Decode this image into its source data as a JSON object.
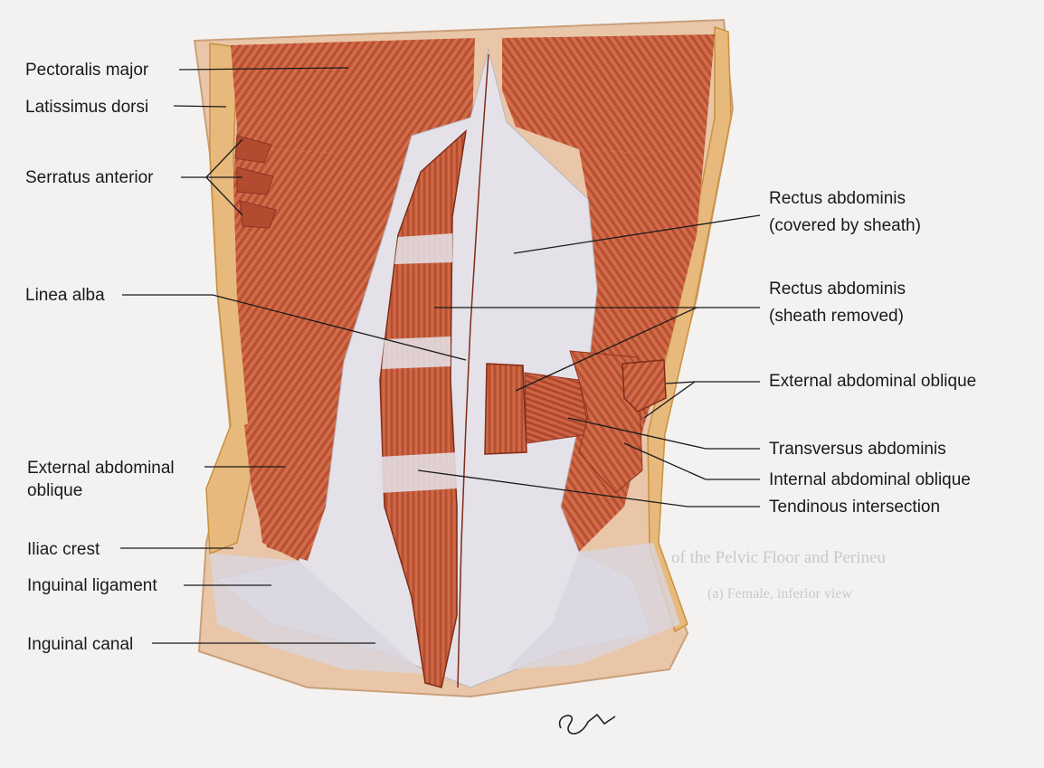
{
  "labels": {
    "pectoralis_major": "Pectoralis major",
    "latissimus_dorsi": "Latissimus dorsi",
    "serratus_anterior": "Serratus anterior",
    "linea_alba": "Linea alba",
    "external_oblique_left_1": "External abdominal",
    "external_oblique_left_2": "oblique",
    "iliac_crest": "Iliac crest",
    "inguinal_ligament": "Inguinal ligament",
    "inguinal_canal": "Inguinal canal",
    "rectus_sheath_1": "Rectus abdominis",
    "rectus_sheath_2": "(covered by sheath)",
    "rectus_removed_1": "Rectus abdominis",
    "rectus_removed_2": "(sheath removed)",
    "external_oblique_right": "External abdominal oblique",
    "transversus": "Transversus abdominis",
    "internal_oblique": "Internal abdominal oblique",
    "tendinous": "Tendinous intersection"
  },
  "bleed_through": {
    "line1": "of the Pelvic Floor and Perineu",
    "line2": "(a) Female, inferior view"
  },
  "colors": {
    "muscle": "#c9603e",
    "muscle_dark": "#9c3b24",
    "fascia": "#e3e0e6",
    "fat": "#e7b97c",
    "line": "#1a1a1a"
  }
}
